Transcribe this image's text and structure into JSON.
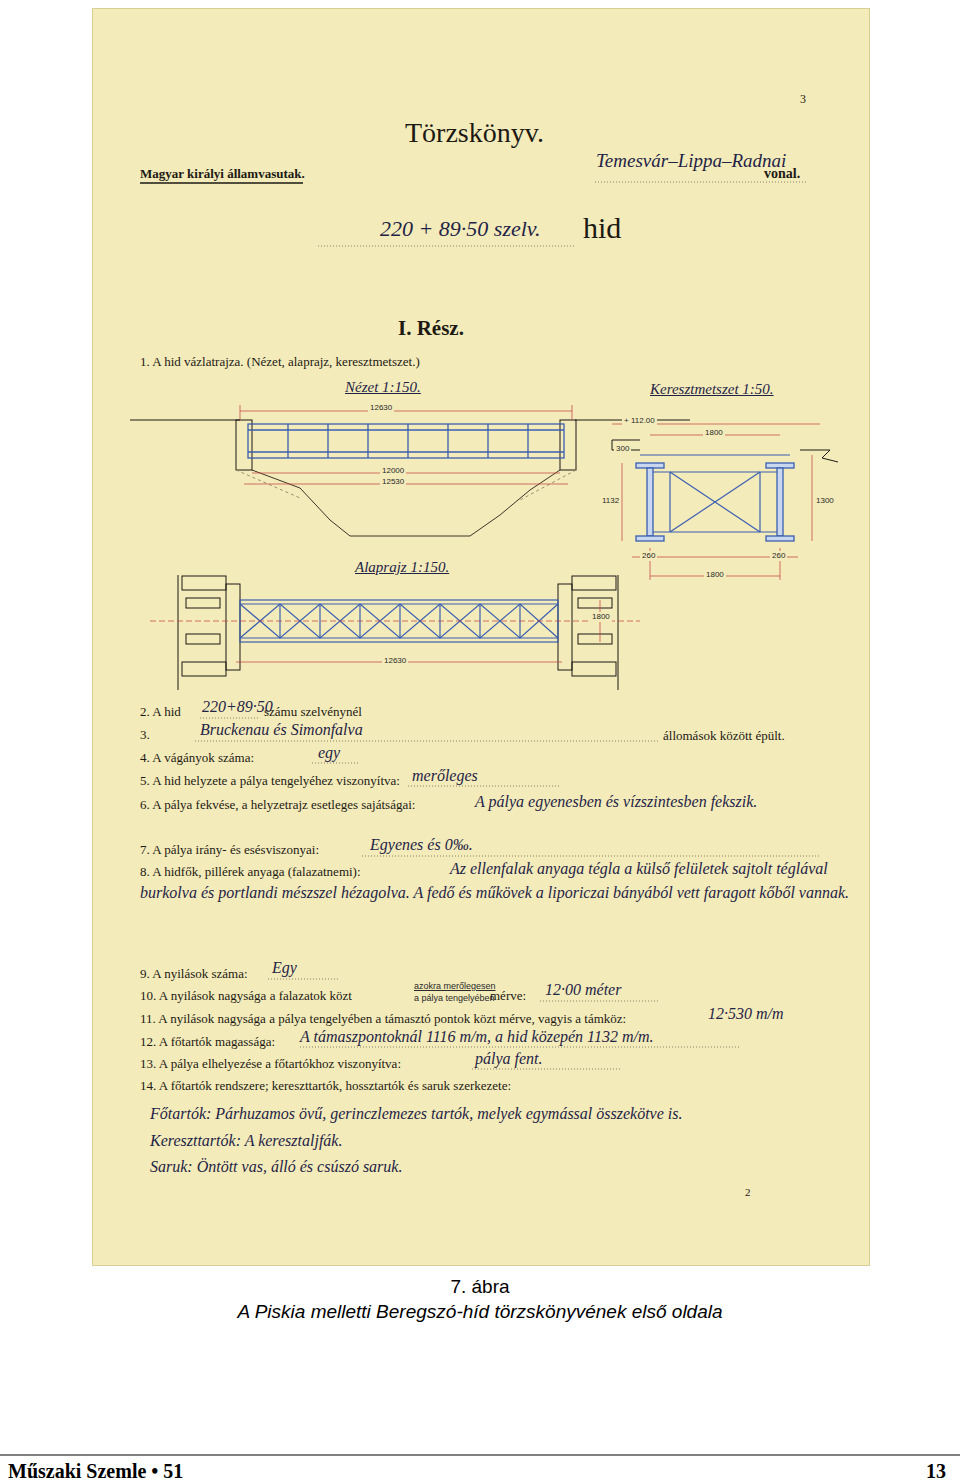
{
  "diagram": {
    "title": "Törzskönyv.",
    "caption": "A Piskia melletti Beregszó-híd törzskönyvének első oldala",
    "labels": [
      "3",
      "Magyar királyi államvasutak.",
      "Temesvár–Lippa–Radnai",
      "vonal.",
      "220 + 89·50 szelv.",
      "hid",
      "I. Rész.",
      "1. A hid vázlatrajza. (Nézet, alaprajz, keresztmetszet.)",
      "Nézet 1:150.",
      "Keresztmetszet 1:50.",
      "12630",
      "12000",
      "12530",
      "+ 112.00",
      "1800",
      "300",
      "1132",
      "1300",
      "260",
      "260",
      "1800",
      "Alaprajz 1:150.",
      "1800",
      "12630",
      "2. A hid",
      "220+89·50",
      "számu szelvénynél",
      "3.",
      "Bruckenau és Simonfalva",
      "állomások között épült.",
      "4. A vágányok száma:",
      "egy",
      "5. A hid helyzete a pálya tengelyéhez viszonyítva:",
      "merőleges",
      "6. A pálya fekvése, a helyzetrajz esetleges sajátságai:",
      "A pálya egyenesben és vízszintesben fekszik.",
      "7. A pálya irány- és esésviszonyai:",
      "Egyenes és 0‰.",
      "8. A hidfők, pillérek anyaga (falazatnemi):",
      "Az ellenfalak anyaga tégla a külső felületek sajtolt téglával burkolva és portlandi mészszel hézagolva. A fedő és műkövek a liporiczai bányából vett faragott kőből vannak.",
      "9. A nyilások száma:",
      "Egy",
      "10. A nyilások nagysága a falazatok közt",
      "azokra merőlegesen",
      "a pálya tengelyében",
      "mérve:",
      "12·00 méter",
      "11. A nyilások nagysága a pálya tengelyében a támasztó pontok közt mérve, vagyis a támköz:",
      "12·530 m/m",
      "12. A főtartók magassága:",
      "A támaszpontoknál 1116 m/m, a hid közepén 1132 m/m.",
      "13. A pálya elhelyezése a főtartókhoz viszonyítva:",
      "pálya fent.",
      "14. A főtartók rendszere; kereszttartók, hossztartók és saruk szerkezete:",
      "Főtartók: Párhuzamos övű, gerinczlemezes tartók, melyek egymással összekötve is.",
      "Kereszttartók: A keresztaljfák.",
      "Saruk: Öntött vas, álló és csúszó saruk.",
      "2",
      "7. ábra",
      "Műszaki Szemle • 51",
      "13"
    ]
  }
}
